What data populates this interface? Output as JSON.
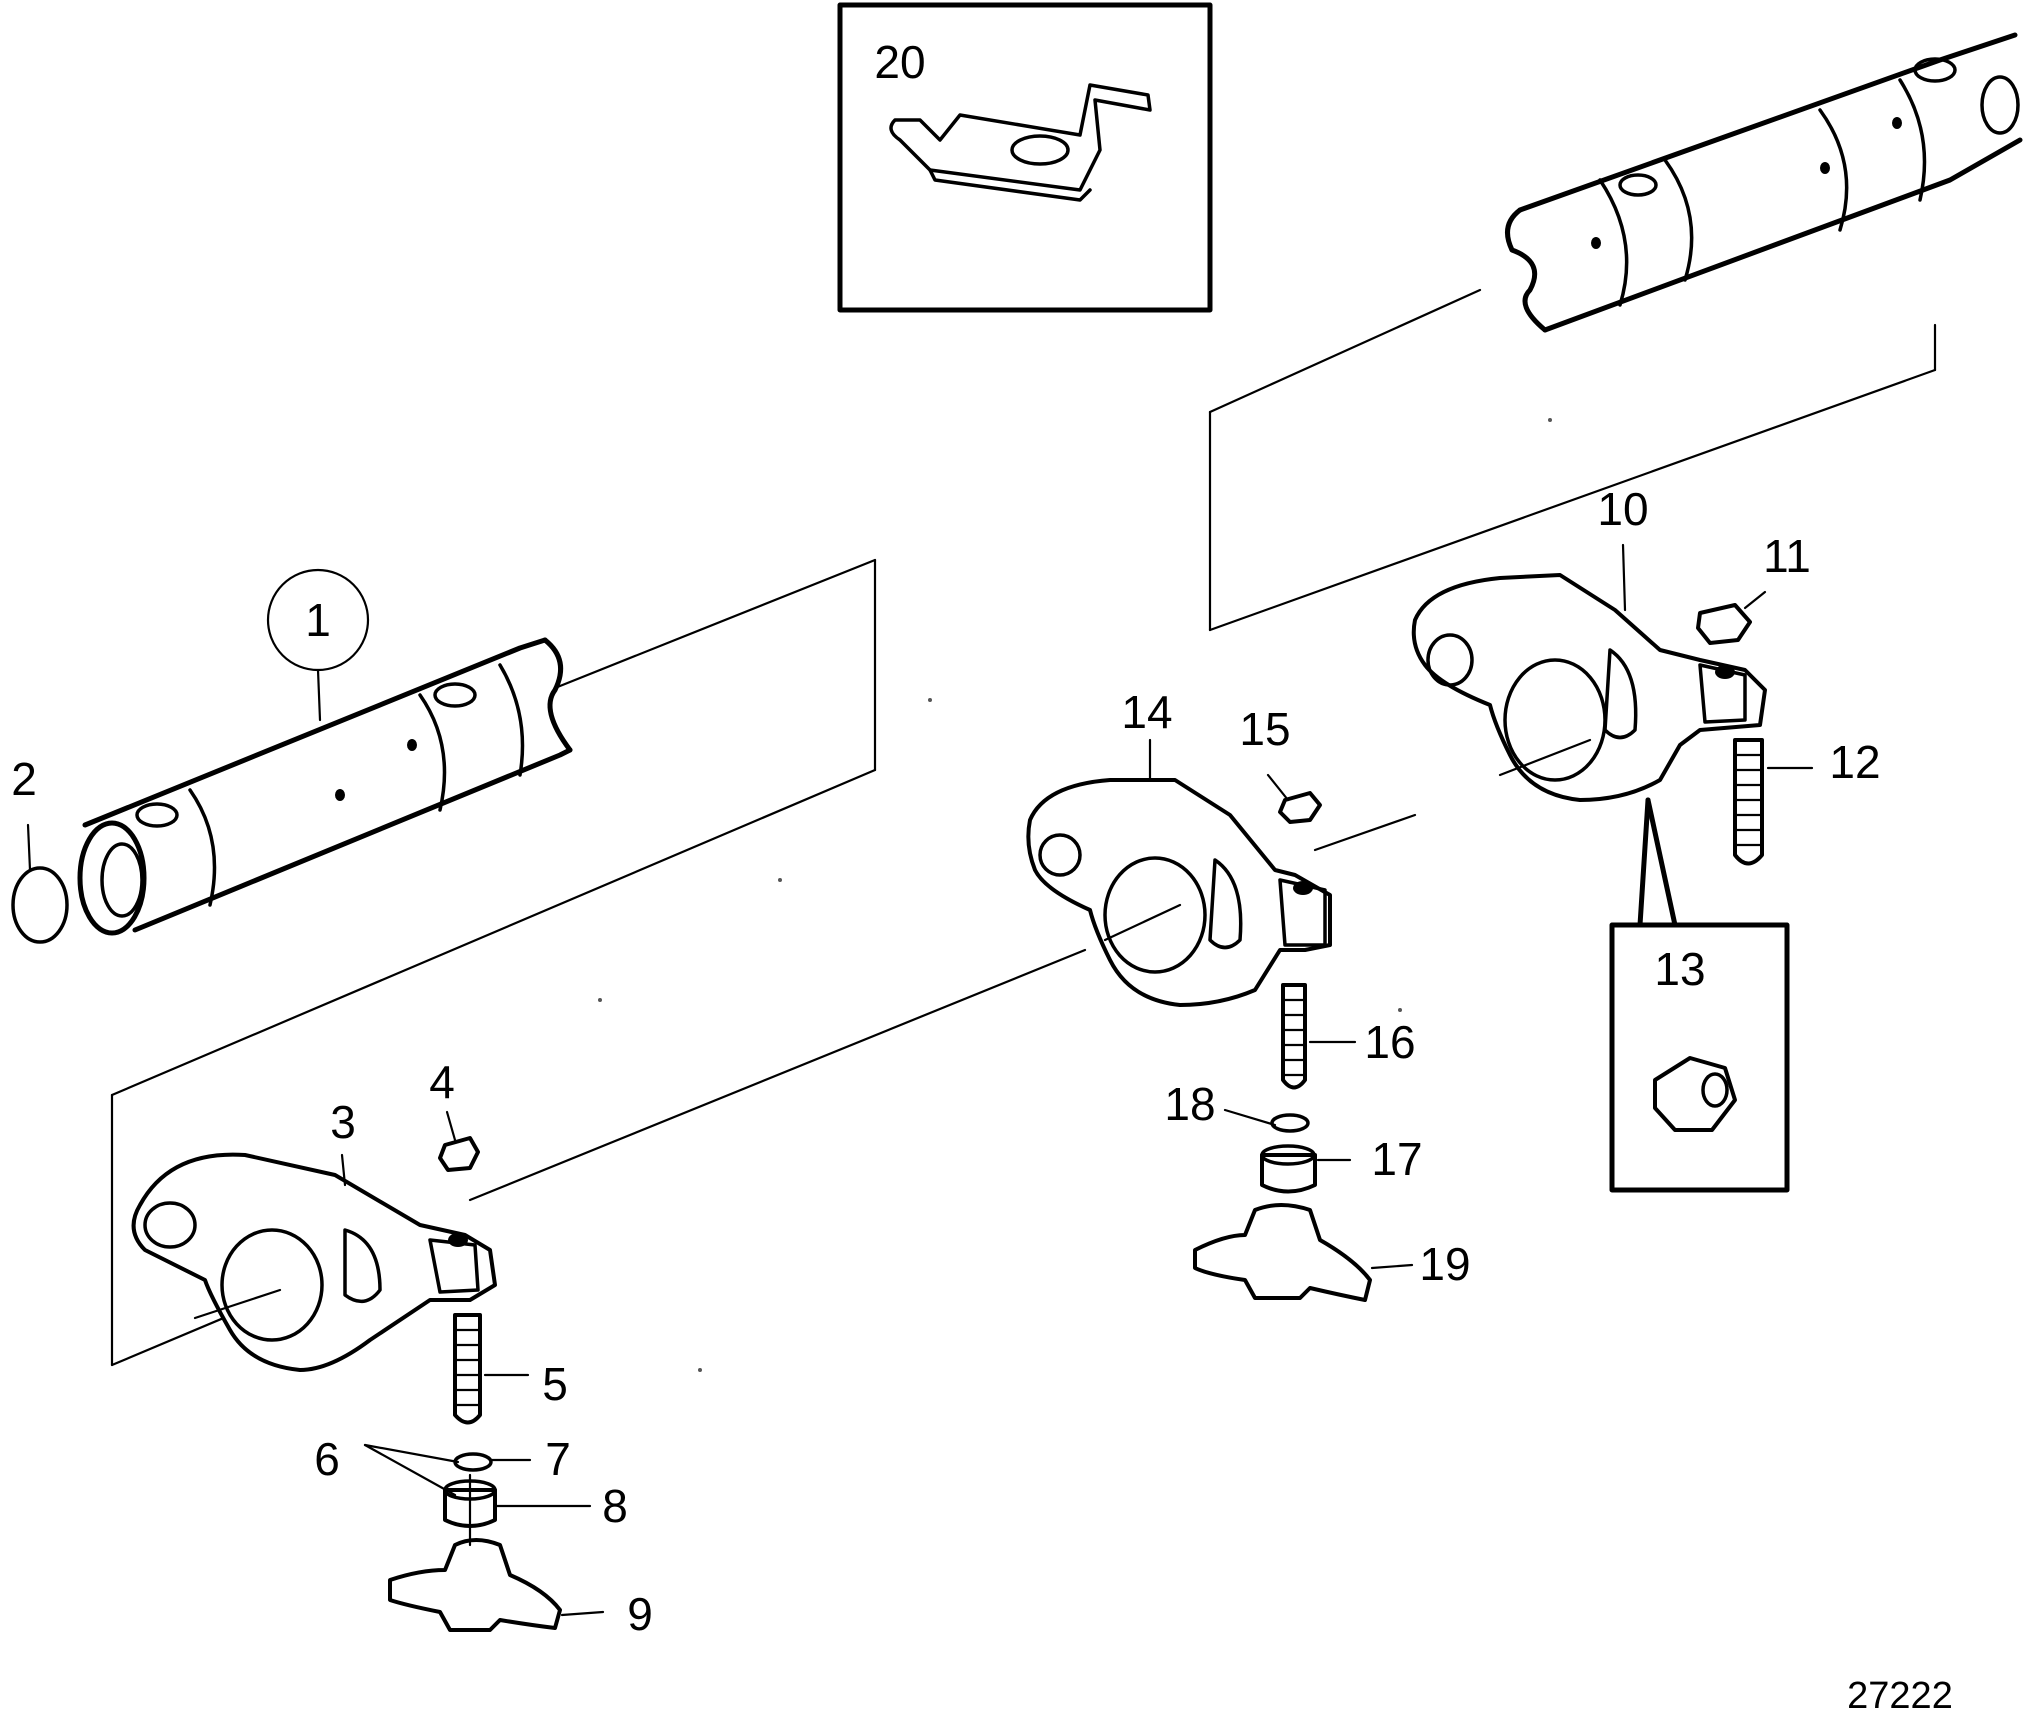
{
  "diagram": {
    "callouts": {
      "c1": "1",
      "c2": "2",
      "c3": "3",
      "c4": "4",
      "c5": "5",
      "c6": "6",
      "c7": "7",
      "c8": "8",
      "c9": "9",
      "c10": "10",
      "c11": "11",
      "c12": "12",
      "c13": "13",
      "c14": "14",
      "c15": "15",
      "c16": "16",
      "c17": "17",
      "c18": "18",
      "c19": "19",
      "c20": "20"
    },
    "drawing_number": "27222"
  },
  "colors": {
    "ink": "#000000",
    "paper": "#ffffff"
  }
}
